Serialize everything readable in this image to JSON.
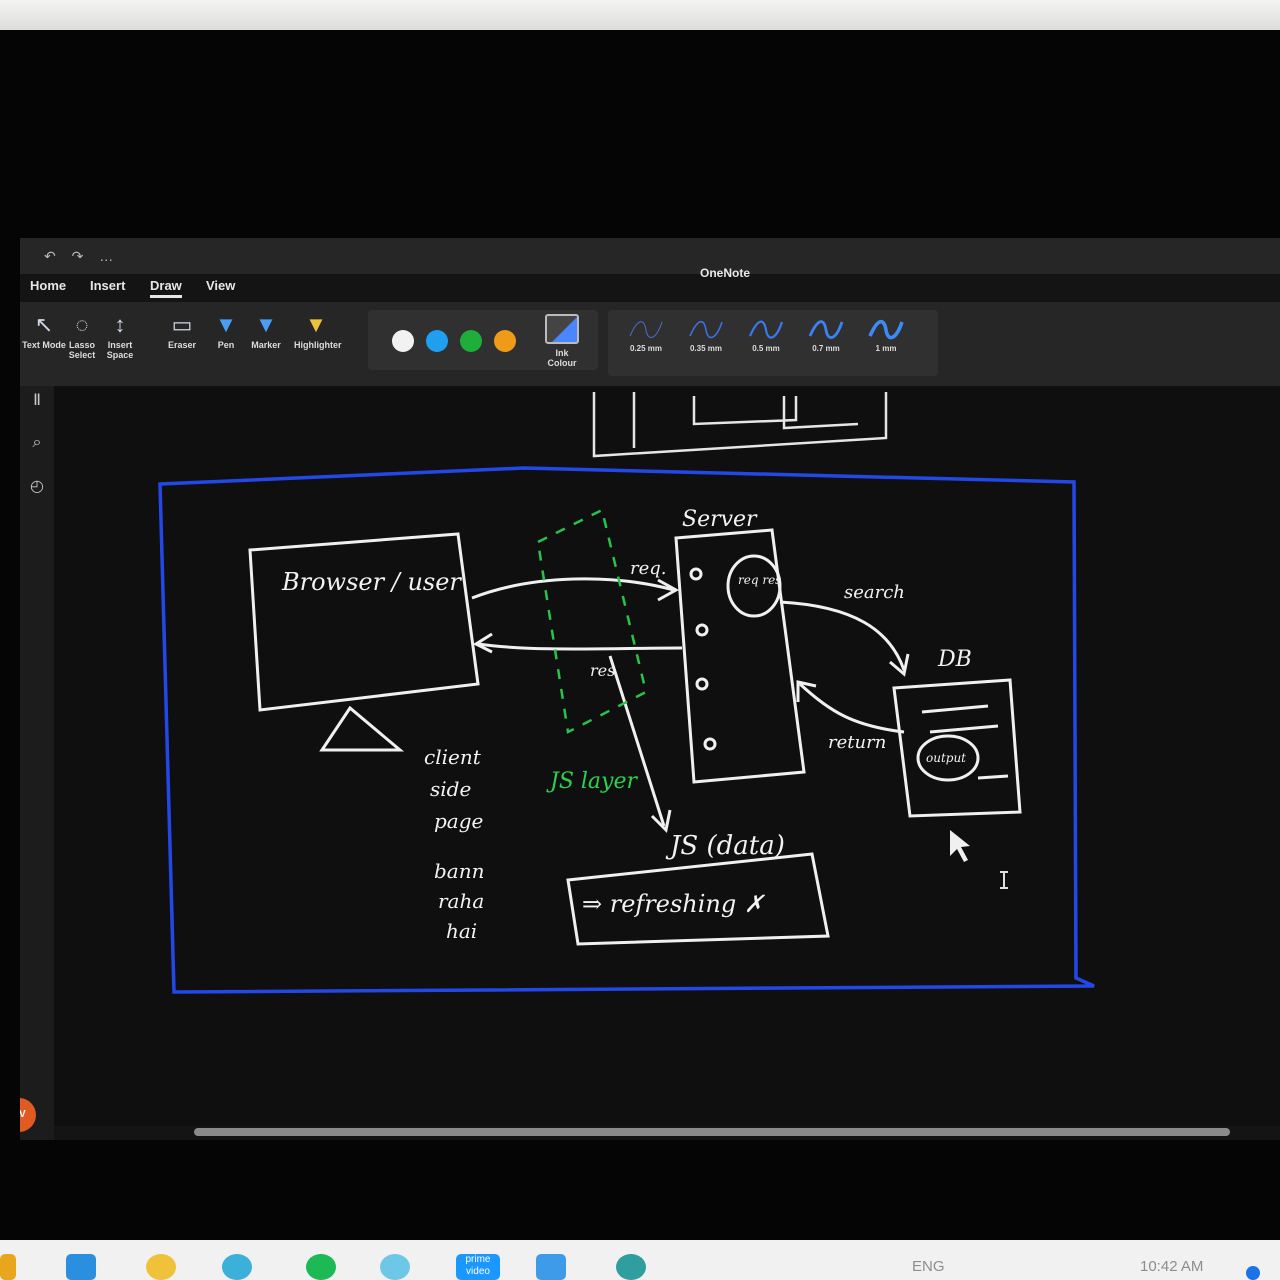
{
  "app": {
    "title": "OneNote"
  },
  "quick_access": "↶ ↷ …",
  "ribbon": {
    "tabs": [
      {
        "label": "Home"
      },
      {
        "label": "Insert"
      },
      {
        "label": "Draw",
        "active": true
      },
      {
        "label": "View"
      }
    ],
    "tools": [
      {
        "name": "text-mode",
        "label": "Text Mode"
      },
      {
        "name": "lasso-select",
        "label": "Lasso Select"
      },
      {
        "name": "insert-space",
        "label": "Insert Space"
      },
      {
        "name": "eraser",
        "label": "Eraser"
      },
      {
        "name": "pen",
        "label": "Pen"
      },
      {
        "name": "marker",
        "label": "Marker"
      },
      {
        "name": "highlighter",
        "label": "Highlighter"
      }
    ],
    "colors": [
      "#f2f2f2",
      "#1f9ff0",
      "#1fae3a",
      "#f09a1a"
    ],
    "ink_colour_label": "Ink Colour",
    "thickness": [
      {
        "label": "0.25 mm"
      },
      {
        "label": "0.35 mm"
      },
      {
        "label": "0.5 mm"
      },
      {
        "label": "0.7 mm"
      },
      {
        "label": "1 mm"
      }
    ]
  },
  "rail": {
    "avatar_initials": "SV"
  },
  "sketch": {
    "browser_label": "Browser / user",
    "server_label": "Server",
    "req_label": "req.",
    "res_label": "res",
    "req_res_label": "req res",
    "search_label": "search",
    "return_label": "return",
    "db_label": "DB",
    "output_label": "output",
    "js_layer_label": "JS layer",
    "js_data_label": "JS (data)",
    "refreshing_label": "⇒ refreshing ✗",
    "side_note": [
      "client",
      "side",
      "page",
      "bann",
      "raha",
      "hai"
    ]
  },
  "taskbar": {
    "lang": "ENG",
    "time": "10:42 AM",
    "prime_label": "prime video"
  }
}
